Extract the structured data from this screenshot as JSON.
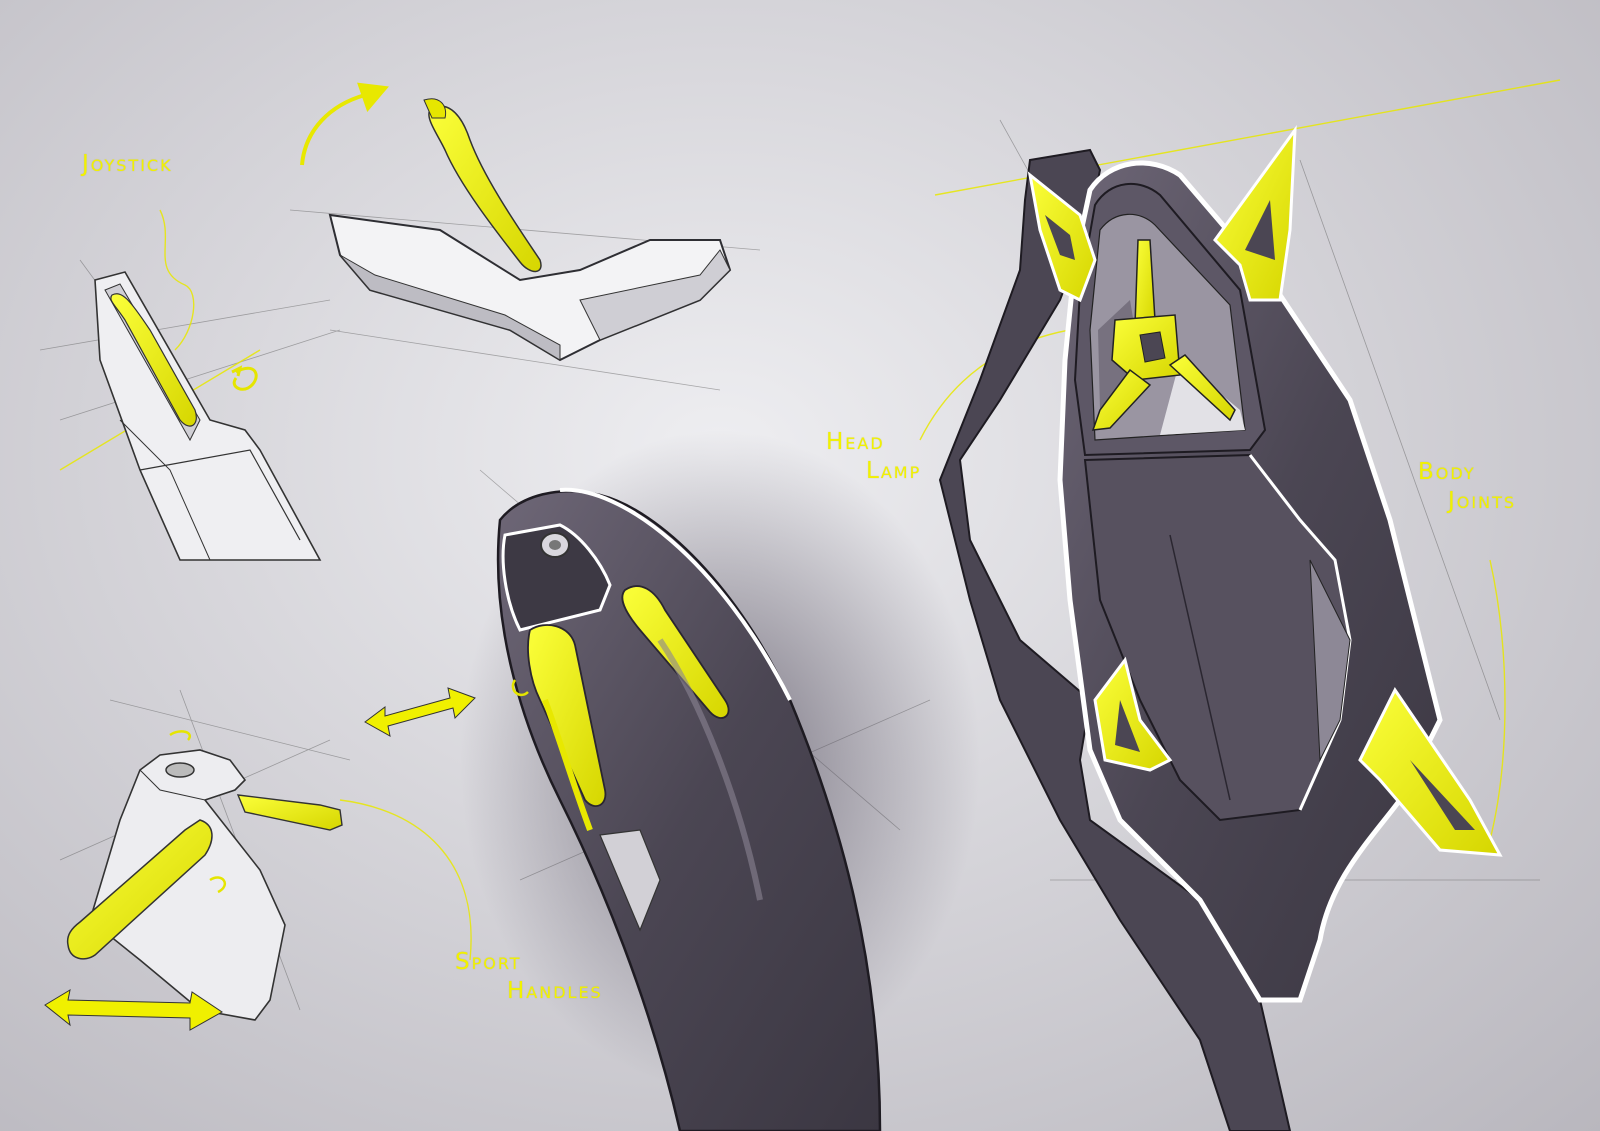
{
  "labels": {
    "joystick": "Joystick",
    "head_lamp": [
      "Head",
      "Lamp"
    ],
    "body_joints": [
      "Body",
      "Joints"
    ],
    "sport_handles": [
      "Sport",
      "Handles"
    ]
  },
  "colors": {
    "accent_yellow": "#f0f000",
    "body_dark": "#4a4552",
    "body_mid": "#6b6474",
    "outline": "#2a2630",
    "highlight": "#ffffff"
  },
  "icons": {
    "rotate": "rotate-arrow-icon",
    "double_arrow": "double-arrow-icon",
    "curve_arrow": "curved-arrow-icon"
  }
}
